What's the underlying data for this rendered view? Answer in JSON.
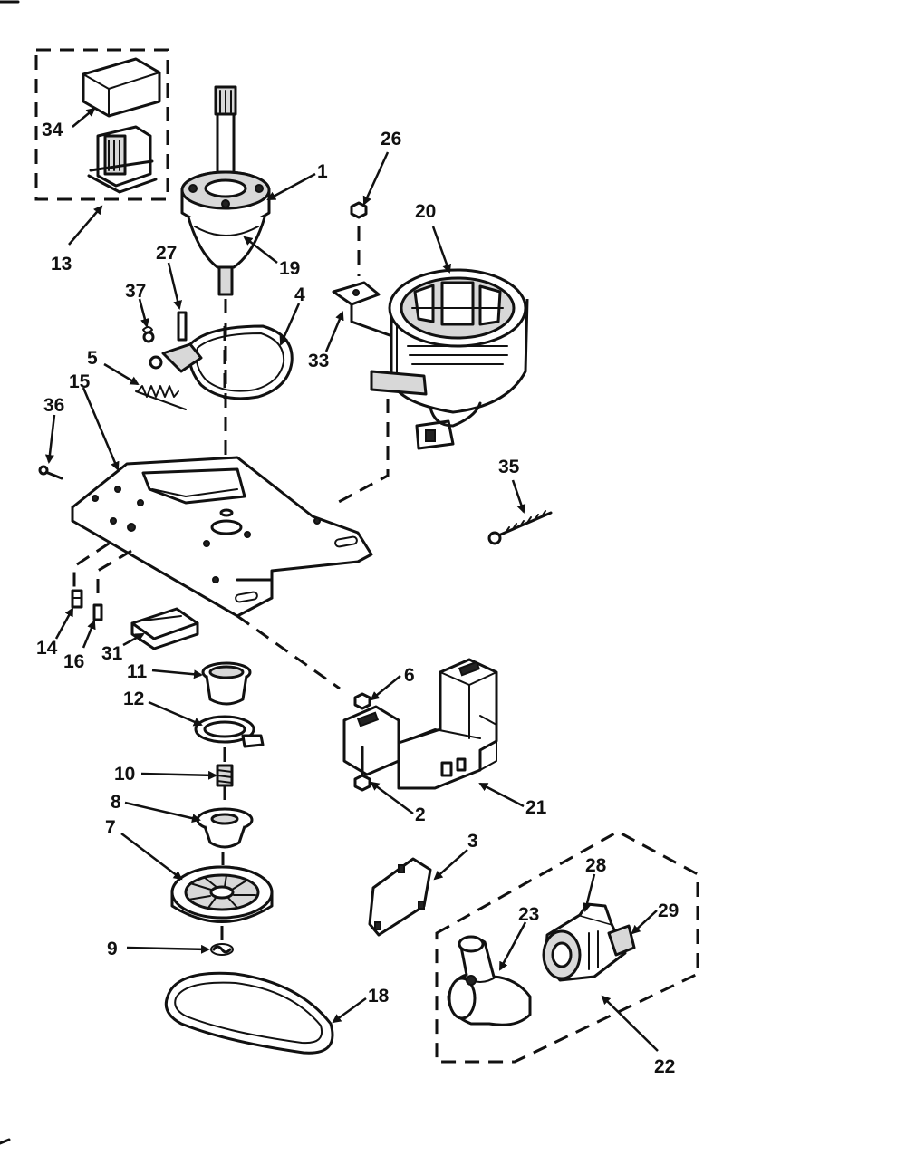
{
  "callouts": {
    "c1": "1",
    "c2": "2",
    "c3": "3",
    "c4": "4",
    "c5": "5",
    "c6": "6",
    "c7": "7",
    "c8": "8",
    "c9": "9",
    "c10": "10",
    "c11": "11",
    "c12": "12",
    "c13": "13",
    "c14": "14",
    "c15": "15",
    "c16": "16",
    "c18": "18",
    "c19": "19",
    "c20": "20",
    "c21": "21",
    "c22": "22",
    "c23": "23",
    "c26": "26",
    "c27": "27",
    "c28": "28",
    "c29": "29",
    "c31": "31",
    "c33": "33",
    "c34": "34",
    "c35": "35",
    "c36": "36",
    "c37": "37"
  }
}
